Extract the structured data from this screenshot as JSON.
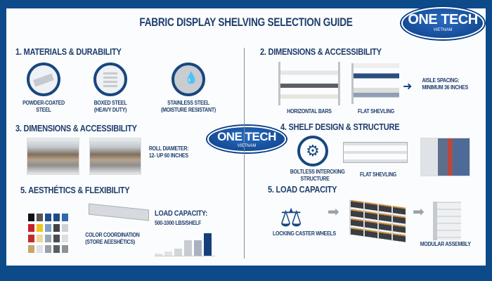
{
  "title": "FABRIC DISPLAY SHELVING SELECTION GUIDE",
  "logo": {
    "name": "ONE TECH",
    "sub": "VIETNAM"
  },
  "s1": {
    "heading": "1. MATERIALS & DURABILITY",
    "items": [
      {
        "label": "POWDER-COATED\nSTEEL",
        "icon": "steel-beam-icon"
      },
      {
        "label": "BOXED STEEL\n(HEAVY DUTY)",
        "icon": "boxed-steel-icon"
      },
      {
        "label": "STAINLESS STEEL\n(MOISTURE RESISTANT)",
        "icon": "water-drop-icon"
      }
    ]
  },
  "s2": {
    "heading": "2. DIMENSIONS & ACCESSIBILITY",
    "items": [
      "HORIZONTAL BARS",
      "FLAT SHEVLING"
    ],
    "note": "AISLE SPACING:\nMINIMUM 36 INCHES"
  },
  "s3": {
    "heading": "3. DIMENSIONS & ACCESSIBILITY",
    "note": "ROLL DIAMETER:\n12- UP 60 INCHES"
  },
  "s4": {
    "heading": "4. SHELF DESIGN & STRUCTURE",
    "items": [
      "BOLTLESS INTERCKING\nSTRUCTURE",
      "FLAT SHEVLING"
    ]
  },
  "s5a": {
    "heading": "5.  AESTHÉTICS & FLEXIBILITY",
    "color_label": "COLOR COORDINATION\n(STORE AEESHÉTICS)",
    "load_title": "LOAD CAPACITY:",
    "load_sub": "500-1000 LBS/SHELF",
    "swatches": [
      "#111111",
      "#555555",
      "#1d4f8f",
      "#1d4a85",
      "#2f6aa8",
      "#c8202a",
      "#f2c418",
      "#7f9fc4",
      "#3f4246",
      "#cfd2d5",
      "#c42a2c",
      "#efd79a",
      "#98a8b6",
      "#4a4d52",
      "#dcdfe2",
      "#c8a56a",
      "#dfe1e4",
      "#9aa0a8",
      "#5a5e64",
      "#8d9298"
    ],
    "bars": [
      0.1,
      0.2,
      0.3,
      0.7,
      0.7,
      1.0
    ],
    "bar_colors": [
      "#dfe2e6",
      "#dfe2e6",
      "#d2d6db",
      "#c7ccd2",
      "#aab3bd",
      "#153f7a"
    ]
  },
  "s5b": {
    "heading": "5. LOAD CAPACITY",
    "items": [
      "LOCKING CASTER WHEELS",
      "MODULAR ASSEMBLY"
    ]
  }
}
